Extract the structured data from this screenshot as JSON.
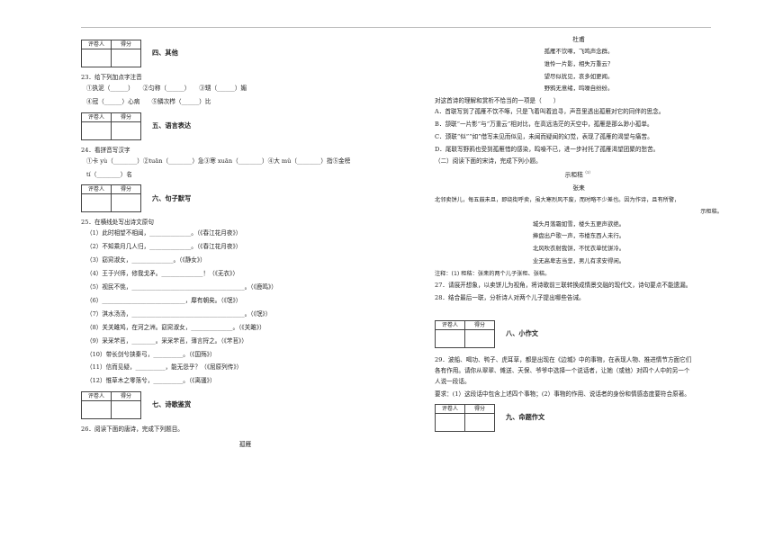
{
  "score_header": {
    "grader": "评卷人",
    "score": "得分"
  },
  "left": {
    "sec4_title": "四、其他",
    "q23": "23．给下列加点字注音",
    "q23_line1": "①执泥（______）　　②匀称（______）　　③甥（______）媚",
    "q23_line2": "④冠（______）心病　　⑤鳞次栉（______）比",
    "sec5_title": "五、语言表达",
    "q24": "24．看拼音写汉字",
    "q24_line1": "①卡 yù（________）②tuān（________）急③寒 xuān（________）④大 mǔ（________）指⑤金榜",
    "q24_line2": "tí（________）名",
    "sec6_title": "六、句子默写",
    "q25": "25．在横线处写出诗文原句",
    "q25_items": [
      "（1）此时相望不相闻，______________。（《春江花月夜》）",
      "（2）不知乘月几人归，______________。（《春江花月夜》）",
      "（3）窈窕淑女，______________。（《静女》）",
      "（4）王于兴师，修我戈矛。______________！（《无衣》）",
      "（5）视民不恌，______________________________________。（《鹿鸣》）",
      "（6）____________________________，靡有朝矣。（《氓》）",
      "（7）淇水汤汤，______________________________________。（《氓》）",
      "（8）关关雎鸠，在河之洲。窈窕淑女，______________。（《关雎》）",
      "（9）采采芣苢，________。采采芣苢，薄言捋之。（《芣苢》）",
      "（10）带长剑兮挟秦弓，__________。（《国殇》）",
      "（11）信而见疑，__________，能无怨乎？（《屈原列传》）",
      "（12）惟草木之零落兮，__________。（《离骚》）"
    ],
    "sec7_title": "七、诗歌鉴赏",
    "q26": "26．阅读下面的唐诗，完成下列题目。",
    "poem_title_bottom": "孤雁"
  },
  "right": {
    "poet": "杜甫",
    "poem_lines": [
      "孤雁不饮啄，飞鸣声念群。",
      "谁怜一片影，相失万重云？",
      "望尽似犹见，哀多如更闻。",
      "野鸦无意绪，鸣噪自纷纷。"
    ],
    "q26_stem": "对这首诗的理解和赏析不恰当的一项是（　　）",
    "q26_options": [
      "A．首联写到了孤雁不饮不啄，只是飞着叫着追寻，声音里透出孤雁对它的同伴的思念。",
      "B．颔联“一片影”与“万重云”相对比，在高远浩茫的天空中，孤雁是那么渺小孤单。",
      "C．颈联“似”“如”借写未见而似见，未闻而疑闻的幻觉，表现了孤雁的渴望与痛苦。",
      "D．尾联写野鸦也受到孤雁惜的感染，鸣噪不已，进一步衬托了孤雁渴望团聚的愁苦。"
    ],
    "read2": "（二）阅读下面的宋诗，完成下列小题。",
    "poem2_title": "示秬秸",
    "poem2_note_mark": "（1）",
    "poem2_author": "张耒",
    "preface_1": "北邻卖饼儿，每五鼓未旦，即绕街呼卖，虽大寒烈风不废，而时略不少差也。因为作诗，且有所警，",
    "preface_2": "示秬秸。",
    "poem2_lines": [
      "城头月落霜如雪，楼头五更声欲绝。",
      "捧盘出户歌一声，市楼东西人未行。",
      "北风吹衣射我饼，不忧衣单忧饼冷。",
      "业无高卑志当坚，男儿有求安得闲。"
    ],
    "note": "注释：(1) 秬秸：张耒的两个儿子张秬、张秸。",
    "q27": "27．请展开想象，以卖饼儿为视角，将诗歌前三联转换成情景交融的现代文，诗句要点不能遗漏。",
    "q28": "28．结合最后一联，分析诗人对两个儿子提出哪些告诫。",
    "sec8_title": "八、小作文",
    "q29_1": "29．波船、喝功、鸭子、虎耳草，都是出现在《边城》中的事物，在表现人物、推进情节方面它们",
    "q29_2": "各有作用。请你从翠翠、傩送、天保、爷爷中选择一个说话者，让她（或他）对四个人中的另一个",
    "q29_3": "人说一段话。",
    "q29_req": "要求：(1）这段话中包含上述四个事物；(2）事物的作用、说话者的身份和情感态度要符合原著。",
    "sec9_title": "九、命题作文"
  }
}
